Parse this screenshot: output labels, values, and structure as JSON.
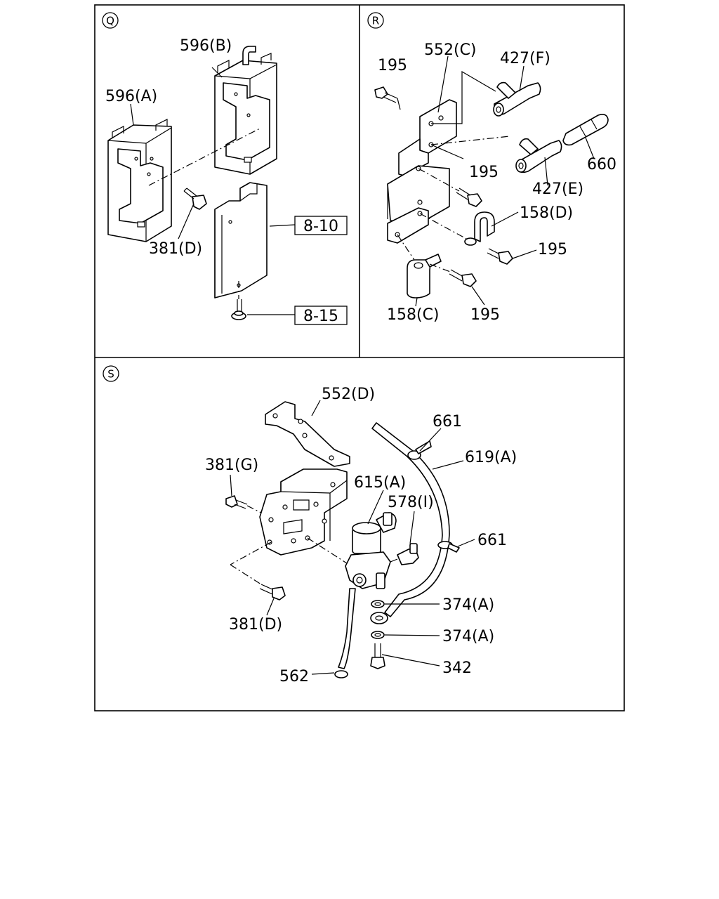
{
  "panels": {
    "q": {
      "marker": "Q"
    },
    "r": {
      "marker": "R"
    },
    "s": {
      "marker": "S"
    }
  },
  "labels": {
    "q_596b": "596(B)",
    "q_596a": "596(A)",
    "q_381d": "381(D)",
    "q_ref_810": "8-10",
    "q_ref_815": "8-15",
    "r_195_top": "195",
    "r_552c": "552(C)",
    "r_427f": "427(F)",
    "r_660": "660",
    "r_427e": "427(E)",
    "r_195_mid": "195",
    "r_158d": "158(D)",
    "r_195_right": "195",
    "r_158c": "158(C)",
    "r_195_bottom": "195",
    "s_552d": "552(D)",
    "s_661_top": "661",
    "s_619a": "619(A)",
    "s_381g": "381(G)",
    "s_615a": "615(A)",
    "s_578i": "578(I)",
    "s_661_mid": "661",
    "s_374a_1": "374(A)",
    "s_374a_2": "374(A)",
    "s_381d": "381(D)",
    "s_342": "342",
    "s_562": "562"
  }
}
